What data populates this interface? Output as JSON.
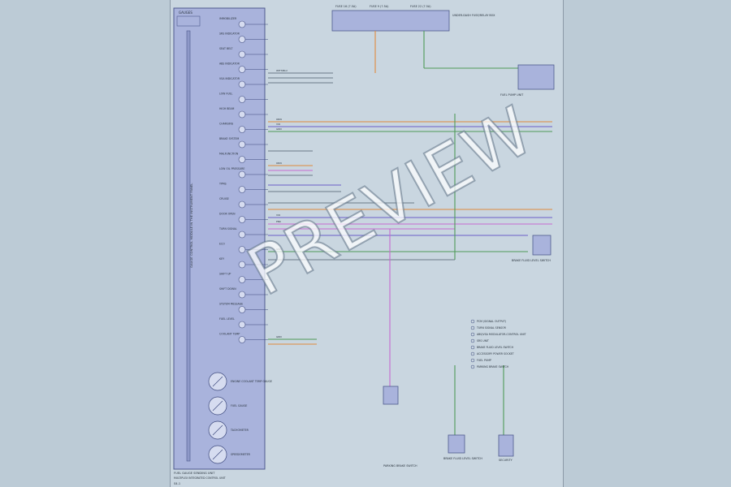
{
  "watermark": "PREVIEW",
  "colors": {
    "background": "#bccbd6",
    "sheet": "#c9d6e0",
    "unit_fill": "#a9b3dc",
    "orange_wire": "#e08a3c",
    "green_wire": "#4e9a58",
    "violet_wire": "#6a5fc8",
    "pink_wire": "#c66ad0",
    "grey_wire": "#6b7a88"
  },
  "unit": {
    "top_label": "GAUGES",
    "side_label": "GAUGE CONTROL MODULE IN THE INSTRUMENT PANEL",
    "indicators": [
      "IMMOBILIZER",
      "SRS INDICATOR",
      "SEAT BELT",
      "ABS INDICATOR",
      "VSA INDICATOR",
      "LOW FUEL",
      "HIGH BEAM",
      "CHARGING",
      "BRAKE SYSTEM",
      "MALFUNCTION",
      "LOW OIL PRESSURE",
      "TPMS",
      "CRUISE",
      "DOOR OPEN",
      "TURN SIGNAL",
      "ECO",
      "KEY",
      "SHIFT UP",
      "SHIFT DOWN",
      "SYSTEM MESSAGE",
      "FUEL LEVEL",
      "COOLANT TEMP"
    ],
    "gauges": [
      "ENGINE COOLANT TEMP GAUGE",
      "FUEL GAUGE",
      "TACHOMETER",
      "SPEEDOMETER"
    ],
    "footer": "FUEL GAUGE SENDING UNIT"
  },
  "fuses": [
    "FUSE 16 (7.5A)",
    "FUSE 9 (7.5A)",
    "FUSE 22 (7.5A)"
  ],
  "fuse_box": "UNDER-DASH FUSE/RELAY BOX",
  "wires": {
    "white_a": "WHT/BLU",
    "orange": "ORN",
    "green": "GRN",
    "violet": "VIO",
    "blue": "BLU",
    "pink": "PNK"
  },
  "notes": [
    "PCM (SIGNAL OUTPUT)",
    "TURN SIGNAL SENSOR",
    "ABS/VSA MODULATOR-CONTROL UNIT",
    "SRS UNIT",
    "BRAKE FLUID LEVEL SWITCH",
    "ACCESSORY POWER SOCKET",
    "FUEL PUMP",
    "PARKING BRAKE SWITCH"
  ],
  "components": {
    "fuel_pump": "FUEL PUMP UNIT",
    "brake_switch": "BRAKE FLUID LEVEL SWITCH",
    "parking_switch": "PARKING BRAKE SWITCH",
    "security": "SECURITY"
  },
  "page_footer": "MULTIPLEX INTEGRATED CONTROL UNIT",
  "page_number": "S4-1"
}
